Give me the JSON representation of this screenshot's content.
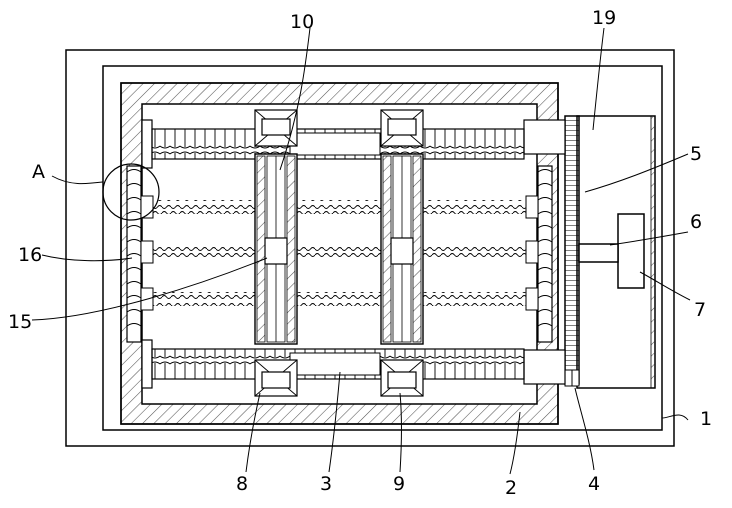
{
  "figure": {
    "labels": {
      "l10": "10",
      "l19": "19",
      "lA": "A",
      "l5": "5",
      "l6": "6",
      "l16": "16",
      "l7": "7",
      "l15": "15",
      "l1": "1",
      "l8": "8",
      "l3": "3",
      "l9": "9",
      "l2": "2",
      "l4": "4"
    },
    "line_color": "#000000",
    "hatch_color": "#555555"
  }
}
